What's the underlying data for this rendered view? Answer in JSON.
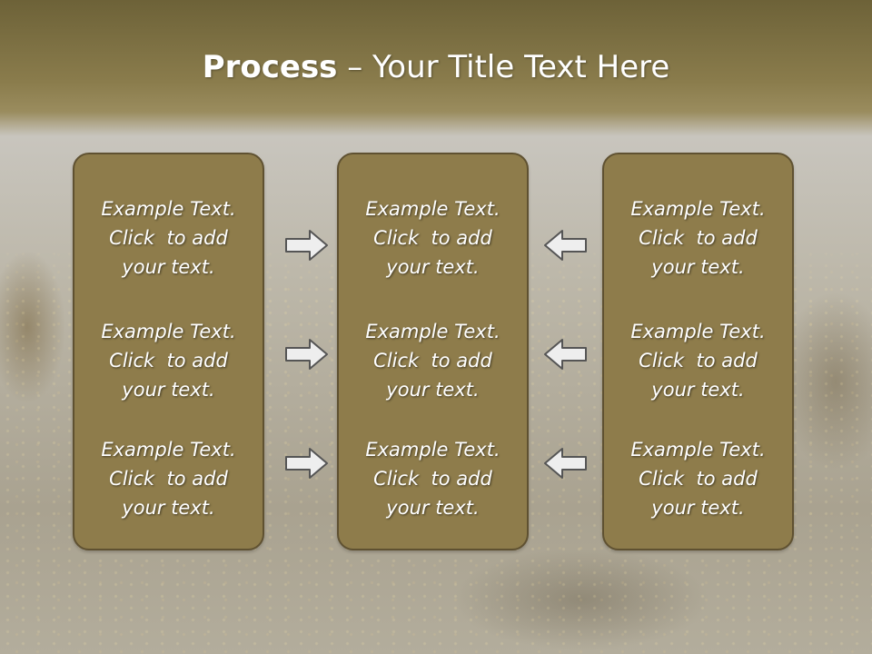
{
  "title": {
    "bold": "Process",
    "rest": " – Your Title Text Here"
  },
  "panels": {
    "left": [
      "Example Text.\nClick  to add\nyour text.",
      "Example Text.\nClick  to add\nyour text.",
      "Example Text.\nClick  to add\nyour text."
    ],
    "middle": [
      "Example Text.\nClick  to add\nyour text.",
      "Example Text.\nClick  to add\nyour text.",
      "Example Text.\nClick  to add\nyour text."
    ],
    "right": [
      "Example Text.\nClick  to add\nyour text.",
      "Example Text.\nClick  to add\nyour text.",
      "Example Text.\nClick  to add\nyour text."
    ]
  },
  "colors": {
    "header": "#8a7c4c",
    "panel": "#8e7c4b",
    "panel_border": "#5f5131",
    "arrow_fill": "#eeeeee",
    "arrow_stroke": "#555555"
  },
  "icons": {
    "right_arrows": "arrow-right-icon",
    "left_arrows": "arrow-left-icon"
  }
}
